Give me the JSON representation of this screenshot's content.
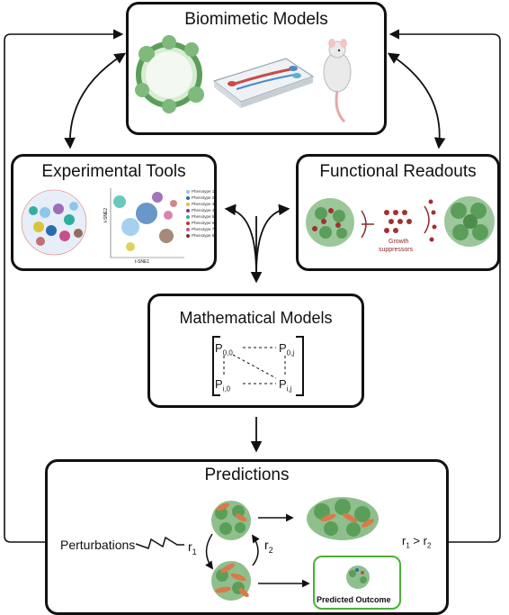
{
  "boxes": {
    "biomimetic": "Biomimetic Models",
    "experimental": "Experimental Tools",
    "functional": "Functional Readouts",
    "mathematical": "Mathematical Models",
    "predictions": "Predictions"
  },
  "experimental": {
    "plot_ylabel": "t-SNE2",
    "plot_xlabel": "t-SNE1",
    "legend": [
      "Phenotype 1",
      "Phenotype 2",
      "Phenotype 3",
      "Phenotype 4",
      "Phenotype 5",
      "Phenotype 6",
      "Phenotype 7",
      "Phenotype 8"
    ],
    "legend_colors": [
      "#8fc6ea",
      "#2a6bb0",
      "#d9c43a",
      "#7c3a9c",
      "#2eb0a0",
      "#b03a3a",
      "#c8508a",
      "#6a3a20"
    ]
  },
  "functional": {
    "growth_label": "Growth",
    "suppressors_label": "suppressors"
  },
  "matrix": {
    "p00": "P",
    "p00_sub": "0,0",
    "p0j": "P",
    "p0j_sub": "0,j",
    "pi0": "P",
    "pi0_sub": "i,0",
    "pij": "P",
    "pij_sub": "i,j"
  },
  "predictions": {
    "perturbations": "Perturbations",
    "r1": "r",
    "r1_sub": "1",
    "r2": "r",
    "r2_sub": "2",
    "comparison": "r",
    "comparison_sub1": "1",
    "comparison_gt": " > r",
    "comparison_sub2": "2",
    "predicted_outcome": "Predicted Outcome"
  },
  "colors": {
    "spheroid_green": "#5b9e5a",
    "spheroid_light": "#9cc79a",
    "tumor_orange": "#d87a4a",
    "suppressor_red": "#a33030",
    "outcome_border": "#4caf37"
  }
}
